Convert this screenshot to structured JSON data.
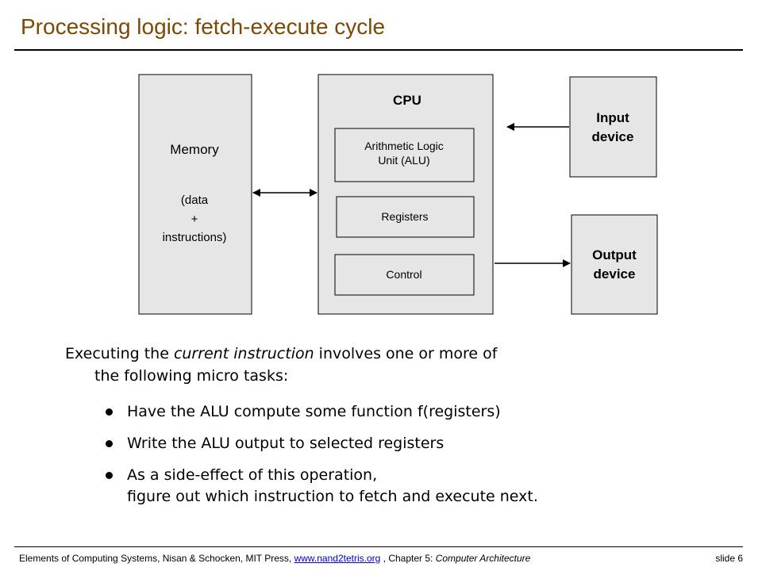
{
  "slide": {
    "title": "Processing logic: fetch-execute cycle",
    "colors": {
      "title": "#7a4a08",
      "box_fill": "#e6e6e6",
      "link": "#0000cc"
    }
  },
  "diagram": {
    "memory": {
      "title": "Memory",
      "line1": "(data",
      "line2": "+",
      "line3": "instructions)"
    },
    "cpu": {
      "title": "CPU",
      "alu_line1": "Arithmetic Logic",
      "alu_line2": "Unit (ALU)",
      "registers": "Registers",
      "control": "Control"
    },
    "input": {
      "line1": "Input",
      "line2": "device"
    },
    "output": {
      "line1": "Output",
      "line2": "device"
    }
  },
  "body": {
    "intro_prefix": "Executing the ",
    "intro_italic": "current instruction",
    "intro_suffix": " involves one or more of",
    "intro_line2": "the following micro tasks:",
    "bullets": [
      "Have the ALU compute some function f(registers)",
      "Write the ALU output to selected registers",
      "As a side-effect of this operation,\nfigure out which instruction to fetch and execute next."
    ]
  },
  "footer": {
    "prefix": "Elements of Computing Systems, Nisan & Schocken, MIT Press, ",
    "link": "www.nand2tetris.org",
    "sep": " , Chapter 5: ",
    "chapter": "Computer Architecture",
    "slide_label": "slide 6"
  }
}
